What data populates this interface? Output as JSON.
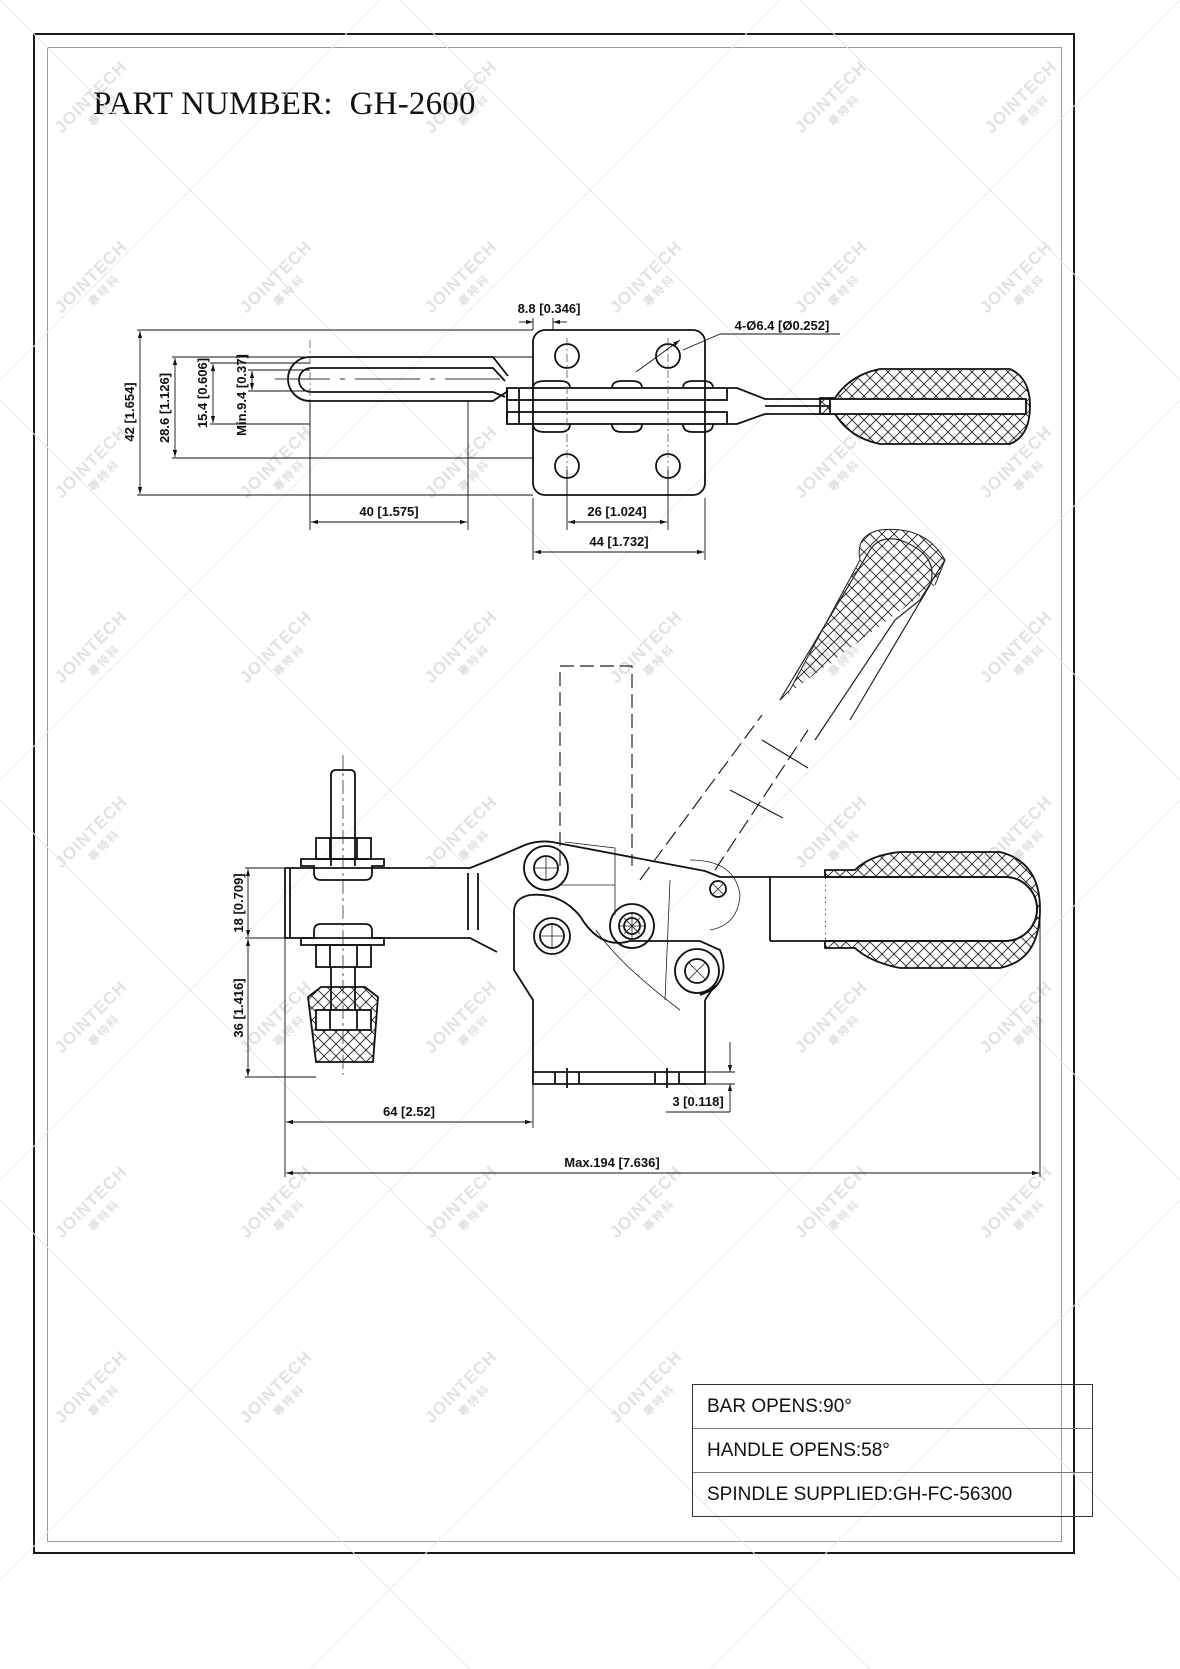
{
  "sheet": {
    "title": "PART NUMBER:  GH-2600",
    "watermark": "JOINTECH",
    "watermark_sub": "專特科"
  },
  "top_view": {
    "dimensions": {
      "overall_height": "42 [1.654]",
      "handle_outer_height": "28.6 [1.126]",
      "bar_width": "15.4 [0.606]",
      "slot_min": "Min.9.4 [0.37]",
      "bar_length": "40 [1.575]",
      "hole_offset": "8.8 [0.346]",
      "mount_holes": "4-Ø6.4 [Ø0.252]",
      "hole_spacing": "26 [1.024]",
      "base_width": "44 [1.732]"
    }
  },
  "side_view": {
    "dimensions": {
      "bar_thickness": "18 [0.709]",
      "spindle_drop": "36 [1.416]",
      "spindle_to_base": "64 [2.52]",
      "base_thickness": "3 [0.118]",
      "overall_length": "Max.194 [7.636]"
    }
  },
  "specs": [
    {
      "label": "BAR OPENS:90°"
    },
    {
      "label": "HANDLE OPENS:58°"
    },
    {
      "label": "SPINDLE SUPPLIED:GH-FC-56300"
    }
  ],
  "colors": {
    "line": "#111111",
    "frame_inner": "#9a9a9a",
    "watermark": "#e2e2e2"
  }
}
